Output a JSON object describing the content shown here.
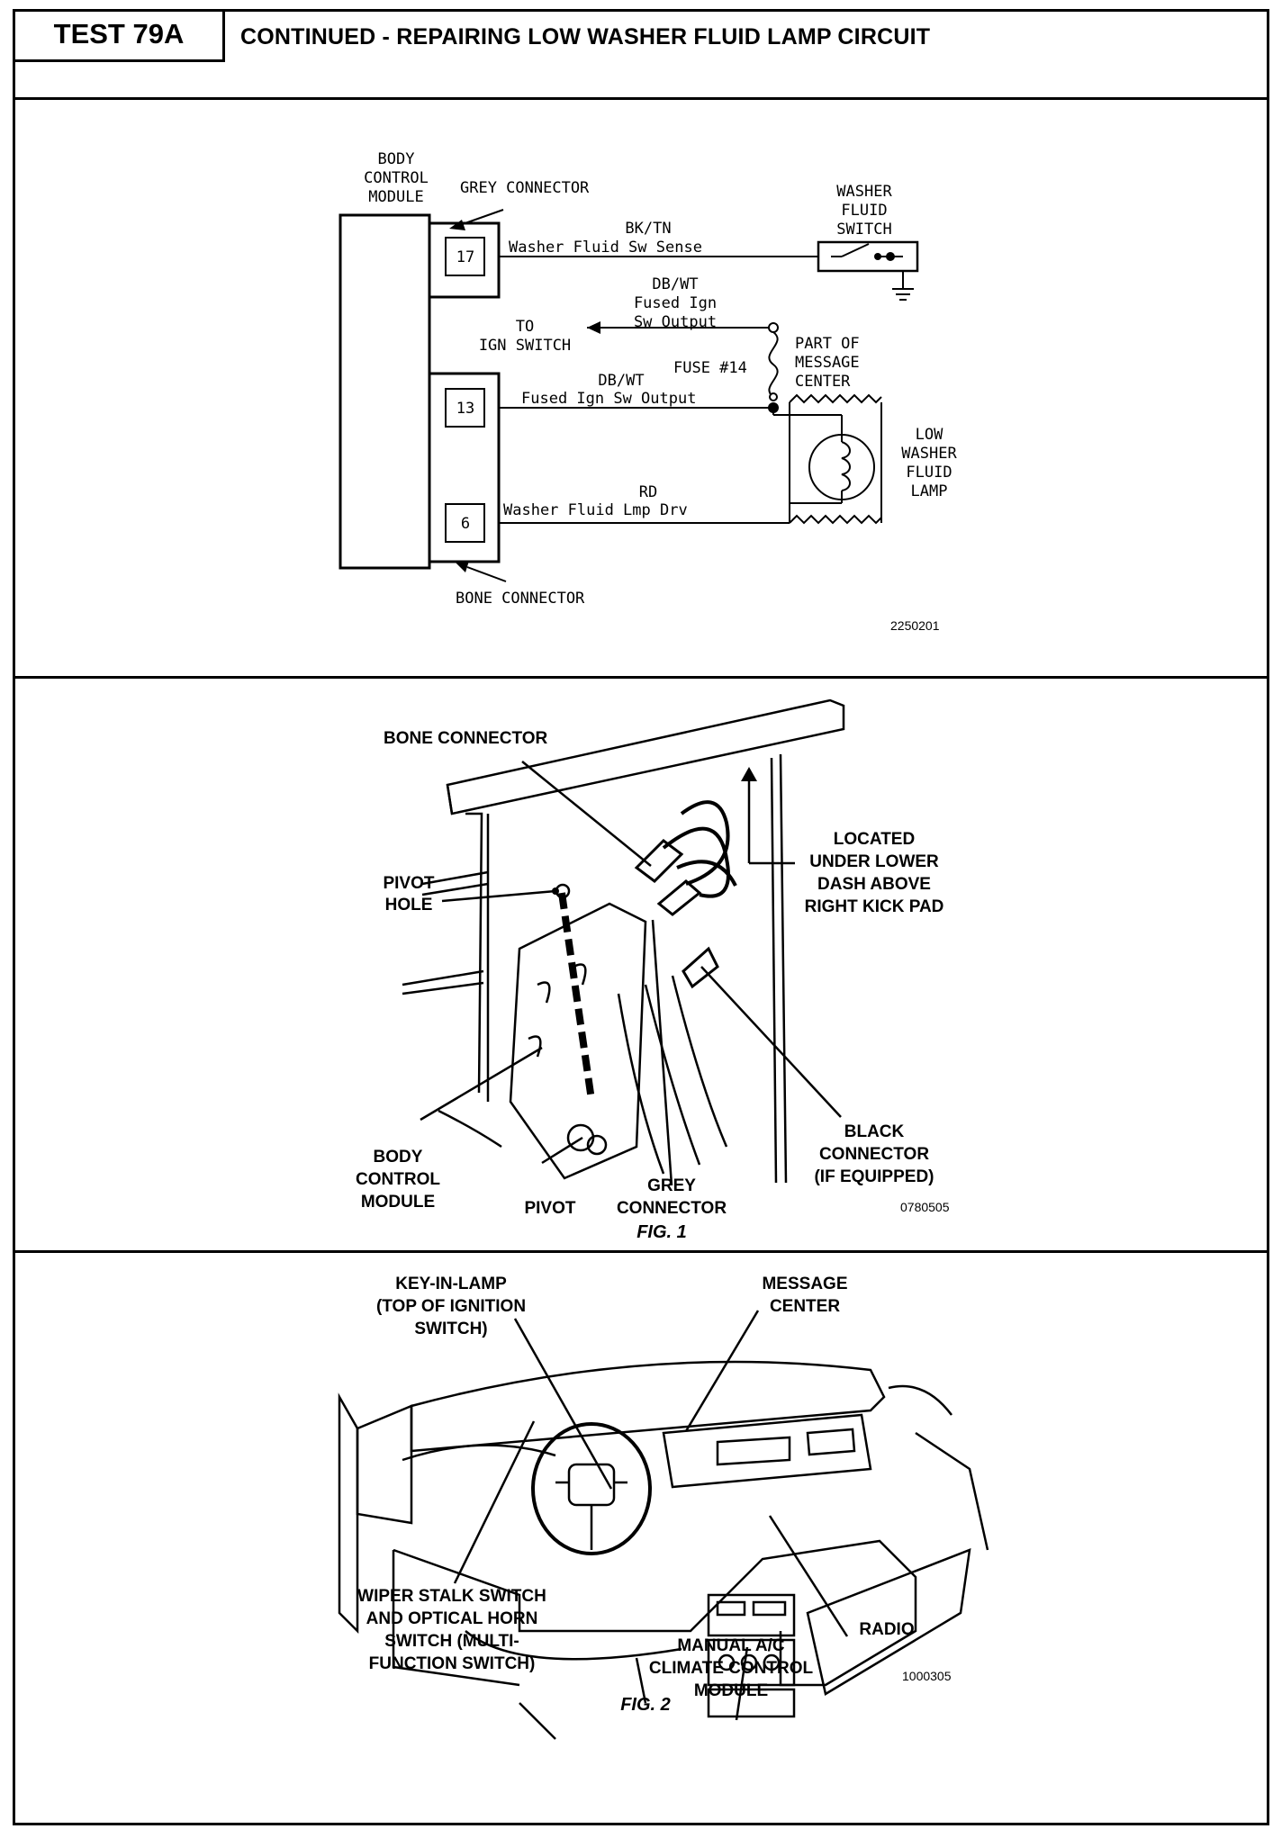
{
  "header": {
    "test_label": "TEST 79A",
    "title": "CONTINUED - REPAIRING LOW WASHER FLUID LAMP CIRCUIT"
  },
  "schematic": {
    "bcm_line1": "BODY",
    "bcm_line2": "CONTROL",
    "bcm_line3": "MODULE",
    "grey_connector": "GREY CONNECTOR",
    "bone_connector": "BONE CONNECTOR",
    "pin17": "17",
    "pin13": "13",
    "pin6": "6",
    "wire1_color": "BK/TN",
    "wire1_name": "Washer Fluid Sw Sense",
    "wire2_color": "DB/WT",
    "wire2_name1": "Fused Ign",
    "wire2_name2": "Sw Output",
    "to_line1": "TO",
    "to_line2": "IGN SWITCH",
    "fuse": "FUSE #14",
    "wire3_color": "DB/WT",
    "wire3_name": "Fused Ign Sw Output",
    "wire4_color": "RD",
    "wire4_name": "Washer Fluid Lmp Drv",
    "switch_line1": "WASHER",
    "switch_line2": "FLUID",
    "switch_line3": "SWITCH",
    "msg_line1": "PART OF",
    "msg_line2": "MESSAGE",
    "msg_line3": "CENTER",
    "lamp_line1": "LOW",
    "lamp_line2": "WASHER",
    "lamp_line3": "FLUID",
    "lamp_line4": "LAMP",
    "code": "2250201"
  },
  "fig1": {
    "bone_connector": "BONE CONNECTOR",
    "pivot_hole_1": "PIVOT",
    "pivot_hole_2": "HOLE",
    "located_1": "LOCATED",
    "located_2": "UNDER LOWER",
    "located_3": "DASH ABOVE",
    "located_4": "RIGHT KICK PAD",
    "black_1": "BLACK",
    "black_2": "CONNECTOR",
    "black_3": "(IF EQUIPPED)",
    "body_1": "BODY",
    "body_2": "CONTROL",
    "body_3": "MODULE",
    "pivot": "PIVOT",
    "grey_1": "GREY",
    "grey_2": "CONNECTOR",
    "code": "0780505",
    "caption": "FIG. 1"
  },
  "fig2": {
    "key_1": "KEY-IN-LAMP",
    "key_2": "(TOP OF IGNITION",
    "key_3": "SWITCH)",
    "msg_1": "MESSAGE",
    "msg_2": "CENTER",
    "wiper_1": "WIPER STALK SWITCH",
    "wiper_2": "AND OPTICAL HORN",
    "wiper_3": "SWITCH (MULTI-",
    "wiper_4": "FUNCTION SWITCH)",
    "radio": "RADIO",
    "ac_1": "MANUAL A/C",
    "ac_2": "CLIMATE CONTROL",
    "ac_3": "MODULE",
    "code": "1000305",
    "caption": "FIG. 2"
  }
}
